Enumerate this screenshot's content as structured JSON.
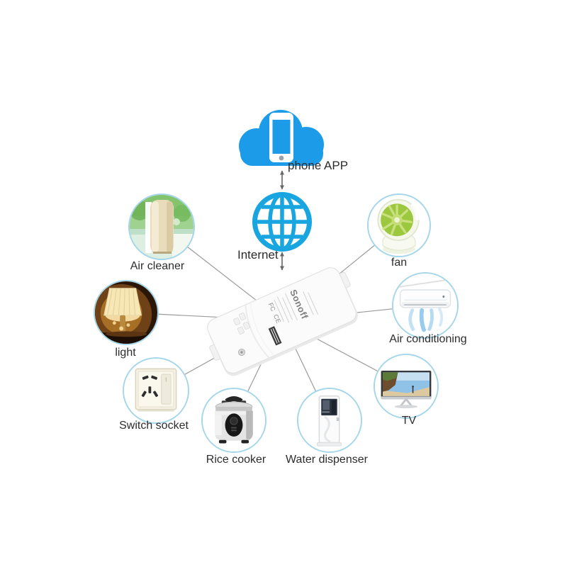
{
  "cloud": {
    "label": "phone APP",
    "icon": "cloud-phone-icon"
  },
  "internet": {
    "label": "Internet",
    "icon": "globe-icon"
  },
  "hub": {
    "brand": "Sonoff",
    "cert_fcc": "FC",
    "cert_ce": "CE",
    "icon": "sonoff-smart-switch-image"
  },
  "devices": [
    {
      "id": "air-cleaner",
      "label": "Air cleaner",
      "icon": "air-cleaner-image"
    },
    {
      "id": "fan",
      "label": "fan",
      "icon": "fan-image"
    },
    {
      "id": "light",
      "label": "light",
      "icon": "lamp-image"
    },
    {
      "id": "air-conditioning",
      "label": "Air conditioning",
      "icon": "air-conditioner-image"
    },
    {
      "id": "switch-socket",
      "label": "Switch socket",
      "icon": "wall-socket-image"
    },
    {
      "id": "tv",
      "label": "TV",
      "icon": "television-image"
    },
    {
      "id": "rice-cooker",
      "label": "Rice cooker",
      "icon": "rice-cooker-image"
    },
    {
      "id": "water-dispenser",
      "label": "Water dispenser",
      "icon": "water-dispenser-image"
    }
  ],
  "colors": {
    "cloud_blue": "#1c9be8",
    "globe_blue": "#18a5e0",
    "circle_border": "#a5d6ea",
    "wire_gray": "#9b9b9b",
    "arrow_gray": "#666666",
    "label_text": "#2d2d2d"
  }
}
